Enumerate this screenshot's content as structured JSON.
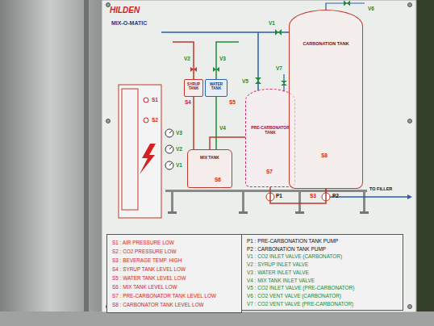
{
  "diagram": {
    "title": "MIX-O-MATIC",
    "nodes": [
      {
        "text": [
          "SYRUP TANK"
        ]
      },
      {
        "text": [
          "WATER TANK"
        ]
      },
      {
        "text": [
          "MIX TANK"
        ]
      },
      {
        "text": [
          "PRE-CARBONATOR TANK"
        ]
      },
      {
        "text": [
          "CARBONATION TANK"
        ]
      },
      {
        "text": [
          "S1 : AIR PRESSURE LOW",
          "S2 : CO2 PRESSURE LOW",
          "S3 : BEVERAGE TEMP. HIGH",
          "S4 : SYRUP TANK LEVEL LOW",
          "S5 : WATER TANK LEVEL LOW",
          "S6 : MIX TANK LEVEL LOW",
          "S7 : PRE-CARBONATOR TANK LEVEL LOW",
          "S8 : CARBONATOR TANK LEVEL LOW"
        ]
      },
      {
        "text": [
          "P1 : PRE-CARBONATION TANK PUMP",
          "P2 : CARBONATION TANK PUMP",
          "V1 : CO2 INLET VALVE (CARBONATOR)",
          "V2 : SYRUP INLET VALVE",
          "V3 : WATER INLET VALVE",
          "V4 : MIX TANK INLET VALVE",
          "V5 : CO2 INLET VALVE (PRE-CARBONATOR)",
          "V6 : CO2 VENT VALVE (CARBONATOR)",
          "V7 : CO2 VENT VALVE (PRE-CARBONATOR)"
        ]
      }
    ],
    "edges": [
      {
        "from": 0,
        "to": 2,
        "arrow": "none"
      },
      {
        "from": 1,
        "to": 2,
        "arrow": "none"
      },
      {
        "from": 2,
        "to": 3,
        "arrow": "none"
      },
      {
        "from": 3,
        "to": 4,
        "arrow": "none"
      }
    ],
    "labels": [
      "HILDEN",
      "S1",
      "S2",
      "V3",
      "V2",
      "V1",
      "S4",
      "S5",
      "V2",
      "V3",
      "V4",
      "S6",
      "V5",
      "V7",
      "V1",
      "V6",
      "S7",
      "S8",
      "P1",
      "P2",
      "S3",
      "TO FILLER"
    ]
  }
}
